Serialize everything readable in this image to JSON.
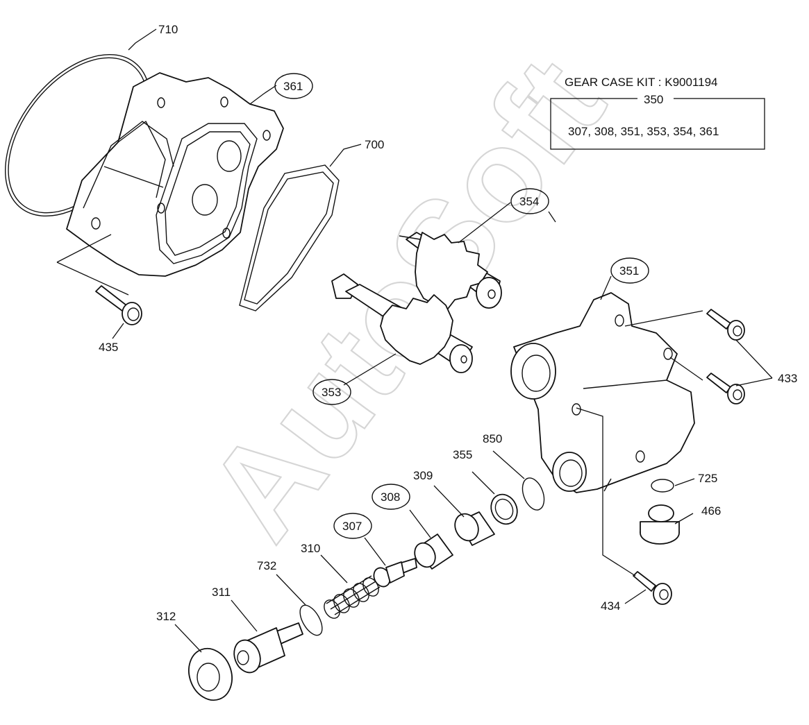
{
  "diagram": {
    "watermark": "AutoSoft",
    "kit": {
      "title": "GEAR CASE KIT : K9001194",
      "number": "350",
      "contents": "307, 308, 351, 353, 354, 361"
    },
    "callouts": [
      {
        "id": "710",
        "circled": false
      },
      {
        "id": "361",
        "circled": true
      },
      {
        "id": "700",
        "circled": false
      },
      {
        "id": "354",
        "circled": true
      },
      {
        "id": "351",
        "circled": true
      },
      {
        "id": "433",
        "circled": false
      },
      {
        "id": "435",
        "circled": false
      },
      {
        "id": "353",
        "circled": true
      },
      {
        "id": "850",
        "circled": false
      },
      {
        "id": "355",
        "circled": false
      },
      {
        "id": "309",
        "circled": false
      },
      {
        "id": "308",
        "circled": true
      },
      {
        "id": "307",
        "circled": true
      },
      {
        "id": "310",
        "circled": false
      },
      {
        "id": "732",
        "circled": false
      },
      {
        "id": "311",
        "circled": false
      },
      {
        "id": "312",
        "circled": false
      },
      {
        "id": "725",
        "circled": false
      },
      {
        "id": "466",
        "circled": false
      },
      {
        "id": "434",
        "circled": false
      }
    ]
  }
}
